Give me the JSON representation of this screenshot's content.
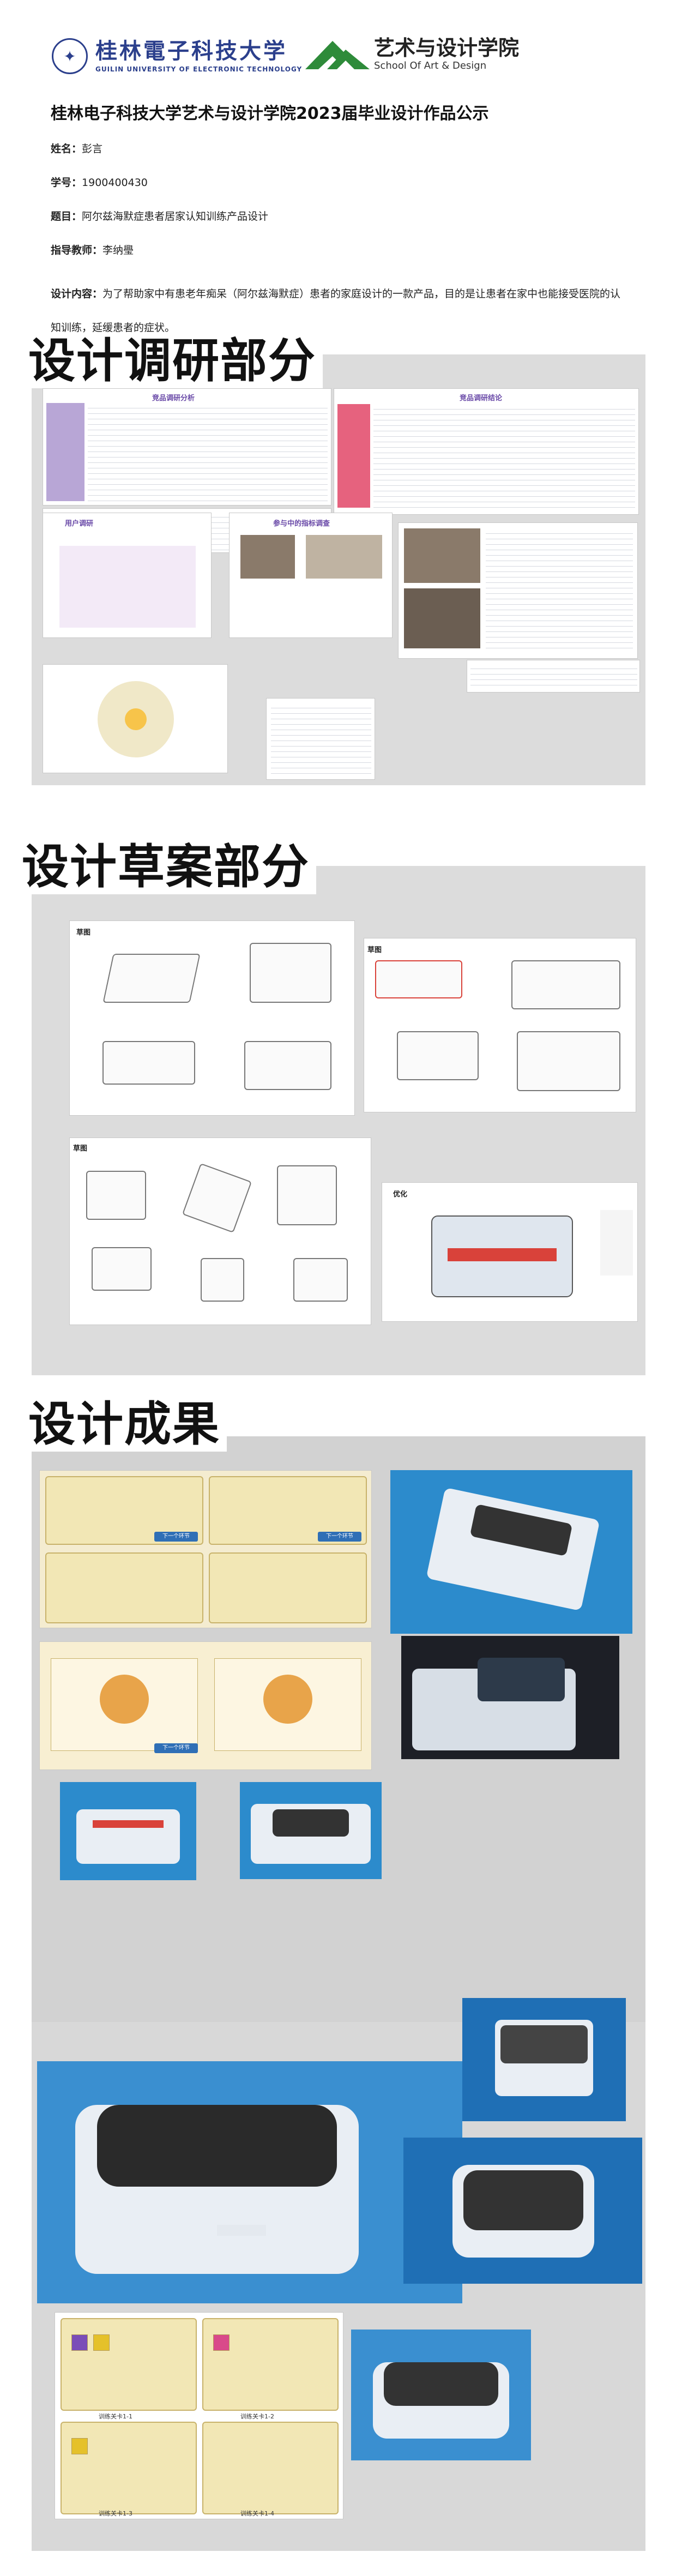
{
  "header": {
    "university_cn": "桂林電子科技大学",
    "university_en": "GUILIN UNIVERSITY OF ELECTRONIC TECHNOLOGY",
    "school_cn": "艺术与设计学院",
    "school_en": "School Of Art & Design"
  },
  "page_title": "桂林电子科技大学艺术与设计学院2023届毕业设计作品公示",
  "info": {
    "name_label": "姓名：",
    "name_value": "彭言",
    "id_label": "学号：",
    "id_value": "1900400430",
    "topic_label": "题目：",
    "topic_value": "阿尔兹海默症患者居家认知训练产品设计",
    "advisor_label": "指导教师：",
    "advisor_value": "李纳璺",
    "content_label": "设计内容：",
    "content_value": "为了帮助家中有患老年痴呆（阿尔兹海默症）患者的家庭设计的一款产品，目的是让患者在家中也能接受医院的认知训练，延缓患者的症状。"
  },
  "sections": {
    "research": "设计调研部分",
    "sketch": "设计草案部分",
    "result": "设计成果"
  },
  "research": {
    "panel1_title": "竞品调研分析",
    "panel2_title": "竞品调研结论",
    "panel3_title": "用户调研",
    "panel4_title": "参与中的指标调查"
  },
  "sketch": {
    "label_a": "草图",
    "label_b": "草图",
    "label_c": "草图",
    "label_d": "优化"
  },
  "result": {
    "screen_next": "下一个环节",
    "level_labels": [
      "训练关卡1-1",
      "训练关卡1-2",
      "训练关卡1-3",
      "训练关卡1-4"
    ]
  },
  "colors": {
    "band": "#dcdcdc",
    "brand_blue": "#2b3f8c",
    "school_green": "#2e8b3a",
    "device_top": "#333333",
    "accent_red": "#d9423a"
  }
}
